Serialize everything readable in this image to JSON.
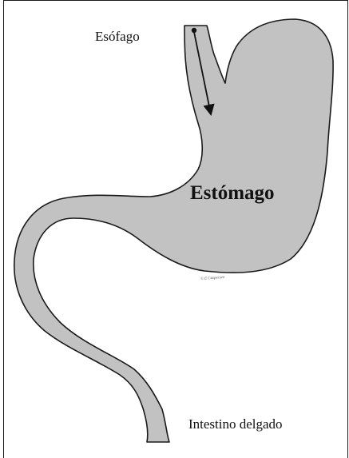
{
  "labels": {
    "esophagus": "Esófago",
    "stomach": "Estómago",
    "small_intestine": "Intestino delgado"
  },
  "copyright": "© E Caspersen",
  "colors": {
    "organ_fill": "#c2c2c2",
    "organ_outline": "#1a1a1a",
    "arrow": "#111111",
    "background": "#ffffff"
  },
  "icons": {
    "flow_arrow": "arrow-down-icon"
  }
}
